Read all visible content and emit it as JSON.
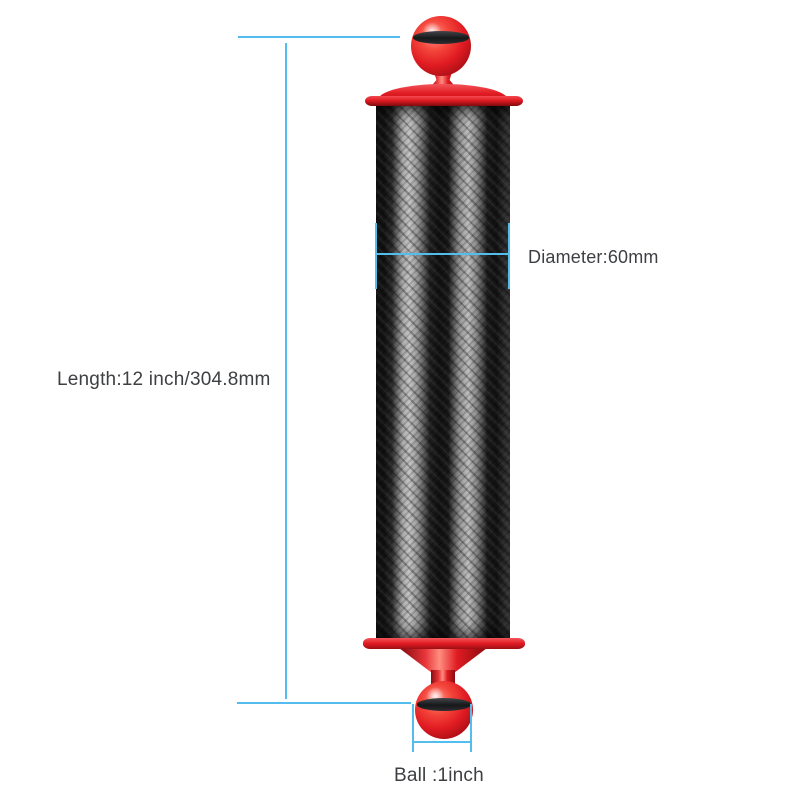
{
  "annotations": {
    "length_label": "Length:12 inch/304.8mm",
    "diameter_label": "Diameter:60mm",
    "ball_label": "Ball :1inch"
  },
  "colors": {
    "accent": "#53bdee",
    "label-text": "#3d3f42",
    "product-red": "#e01b22",
    "oring-black": "#16181a",
    "carbon-dark": "#151515",
    "carbon-light": "#c4c4c4",
    "background": "#ffffff"
  }
}
